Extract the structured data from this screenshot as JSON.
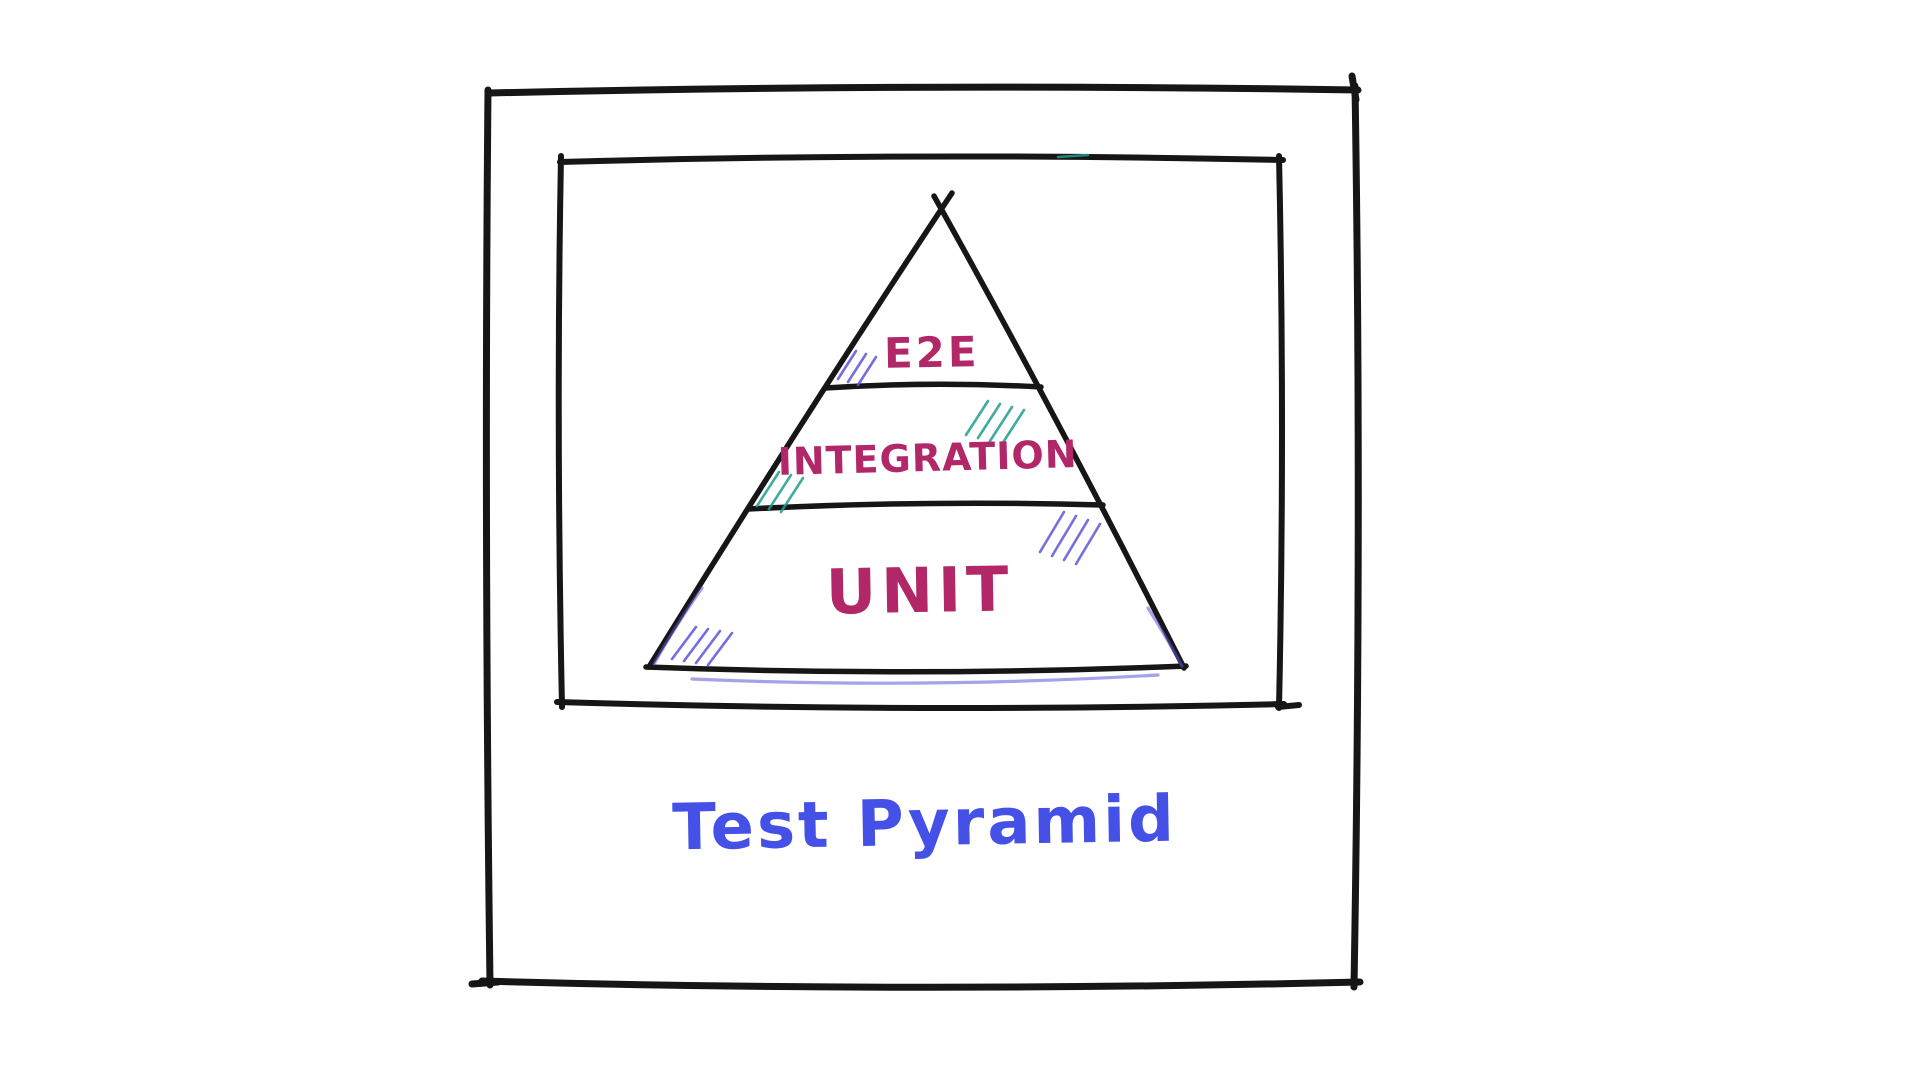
{
  "diagram": {
    "caption": "Test Pyramid",
    "pyramid": {
      "levels": [
        {
          "label": "E2E"
        },
        {
          "label": "INTEGRATION"
        },
        {
          "label": "UNIT"
        }
      ]
    },
    "colors": {
      "ink": "#161616",
      "level_label": "#b12768",
      "caption": "#4450e6",
      "hatch_blue": "#5a57d9",
      "hatch_teal": "#1f9e8e",
      "background": "#ffffff"
    }
  }
}
